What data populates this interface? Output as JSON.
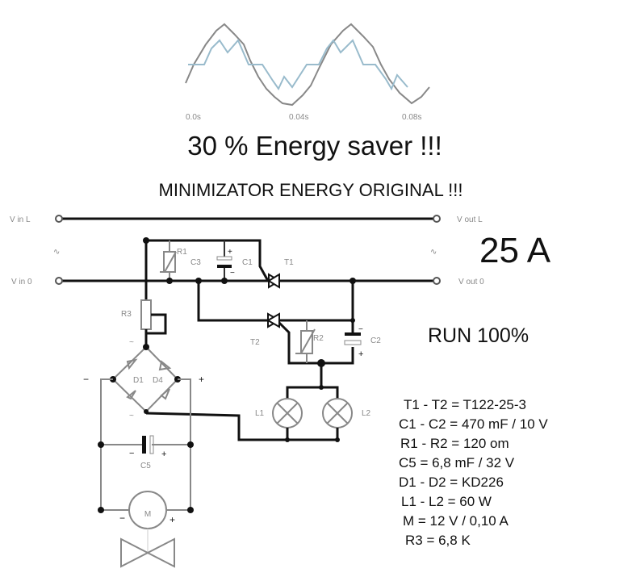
{
  "header": {
    "title": "30 % Energy saver  !!!",
    "subtitle": "MINIMIZATOR  ENERGY ORIGINAL  !!!"
  },
  "waveform": {
    "tick_labels": [
      "0.0s",
      "0.04s",
      "0.08s"
    ]
  },
  "terminals": {
    "vin_l": "V in L",
    "vin_0": "V in 0",
    "vout_l": "V out L",
    "vout_0": "V out 0",
    "ac_symbol": "∿"
  },
  "ratings": {
    "current": "25 A",
    "run": "RUN 100%"
  },
  "component_labels": {
    "r1": "R1",
    "r2": "R2",
    "r3": "R3",
    "c1": "C1",
    "c2": "C2",
    "c3": "C3",
    "c5": "C5",
    "t1": "T1",
    "t2": "T2",
    "d1": "D1",
    "d4": "D4",
    "l1": "L1",
    "l2": "L2",
    "m": "M",
    "plus": "+",
    "minus": "−",
    "ac": "~"
  },
  "specs": [
    "T1 - T2 = T122-25-3",
    "C1 - C2 = 470 mF / 10 V",
    "R1 - R2 = 120 om",
    "C5 = 6,8 mF / 32 V",
    "D1 - D2 = KD226",
    "L1 - L2 = 60 W",
    "M = 12 V / 0,10 A",
    "R3 = 6,8 K"
  ]
}
